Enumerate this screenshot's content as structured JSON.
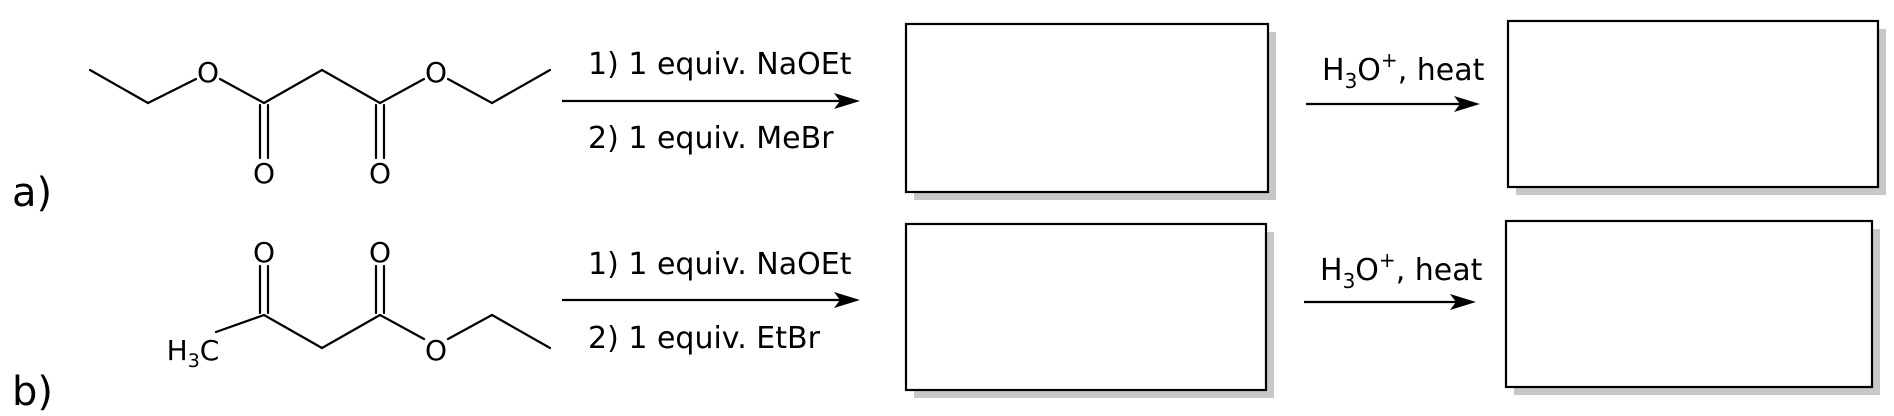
{
  "parts": [
    "a)",
    "b)"
  ],
  "row_a": {
    "step1_label": "1) 1 equiv. NaOEt",
    "step2_label": "2) 1 equiv. MeBr",
    "hydrolysis": {
      "main": "H",
      "sub": "3",
      "mid": "O",
      "sup": "+",
      "tail": ", heat"
    },
    "atoms": {
      "o_ether_left": "O",
      "o_carbonyl_left": "O",
      "o_carbonyl_right": "O",
      "o_ether_right": "O"
    }
  },
  "row_b": {
    "step1_label": "1) 1 equiv. NaOEt",
    "step2_label": "2) 1 equiv. EtBr",
    "hydrolysis": {
      "main": "H",
      "sub": "3",
      "mid": "O",
      "sup": "+",
      "tail": ", heat"
    },
    "atoms": {
      "o_ketone": "O",
      "o_ester_carbonyl": "O",
      "o_ether": "O",
      "methyl_h": "H",
      "methyl_sub": "3",
      "methyl_c": "C"
    }
  }
}
